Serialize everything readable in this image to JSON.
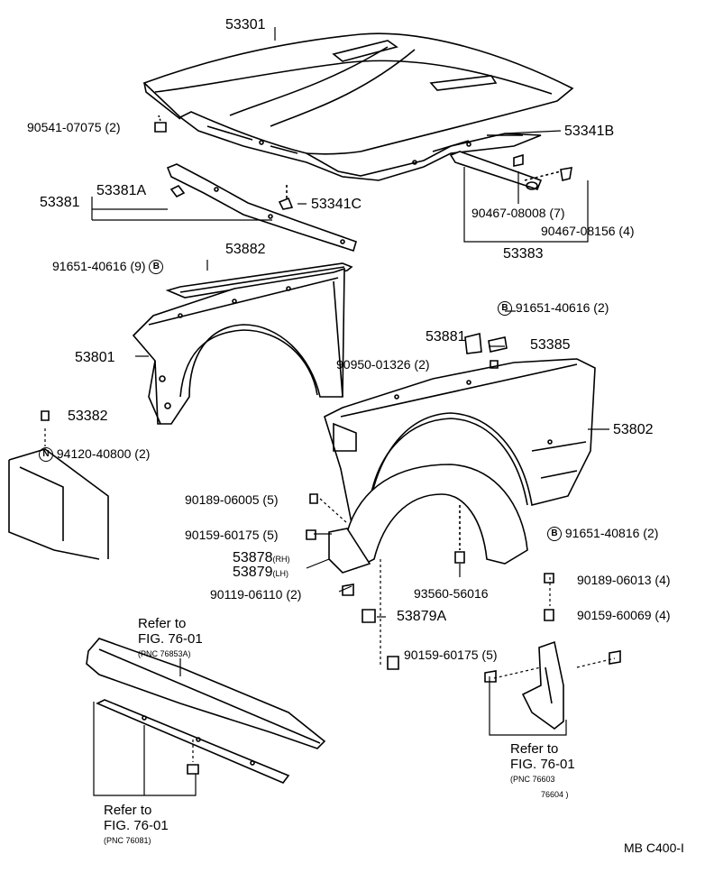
{
  "labels": {
    "p53301": "53301",
    "p90541": "90541-07075 (2)",
    "p53341B": "53341B",
    "p53381": "53381",
    "p53381A": "53381A",
    "p53341C": "53341C",
    "p90467a": "90467-08008 (7)",
    "p90467b": "90467-08156 (4)",
    "p53383": "53383",
    "p91651a": "91651-40616 (9)",
    "p53882": "53882",
    "p91651b": "91651-40616 (2)",
    "p53801": "53801",
    "p53881": "53881",
    "p53385": "53385",
    "p90950": "90950-01326 (2)",
    "p53382": "53382",
    "p53802": "53802",
    "p94120": "94120-40800 (2)",
    "p90189a": "90189-06005 (5)",
    "p90159a": "90159-60175 (5)",
    "p91651c": "91651-40816 (2)",
    "p53878": "53878",
    "p53878s": "(RH)",
    "p53879": "53879",
    "p53879s": "(LH)",
    "p90119": "90119-06110 (2)",
    "p93560": "93560-56016",
    "p90189b": "90189-06013 (4)",
    "p53879A": "53879A",
    "p90159b": "90159-60069 (4)",
    "p90159c": "90159-60175 (5)"
  },
  "markers": {
    "b": "B",
    "n": "N"
  },
  "refs": {
    "r1": {
      "line1": "Refer to",
      "line2": "FIG. 76-01",
      "pnc": "(PNC 76853A)"
    },
    "r2": {
      "line1": "Refer to",
      "line2": "FIG. 76-01",
      "pnc": "(PNC 76603",
      "pnc2": "76604 )"
    },
    "r3": {
      "line1": "Refer to",
      "line2": "FIG. 76-01",
      "pnc": "(PNC 76081)"
    }
  },
  "footer": {
    "code": "MB C400-I"
  }
}
